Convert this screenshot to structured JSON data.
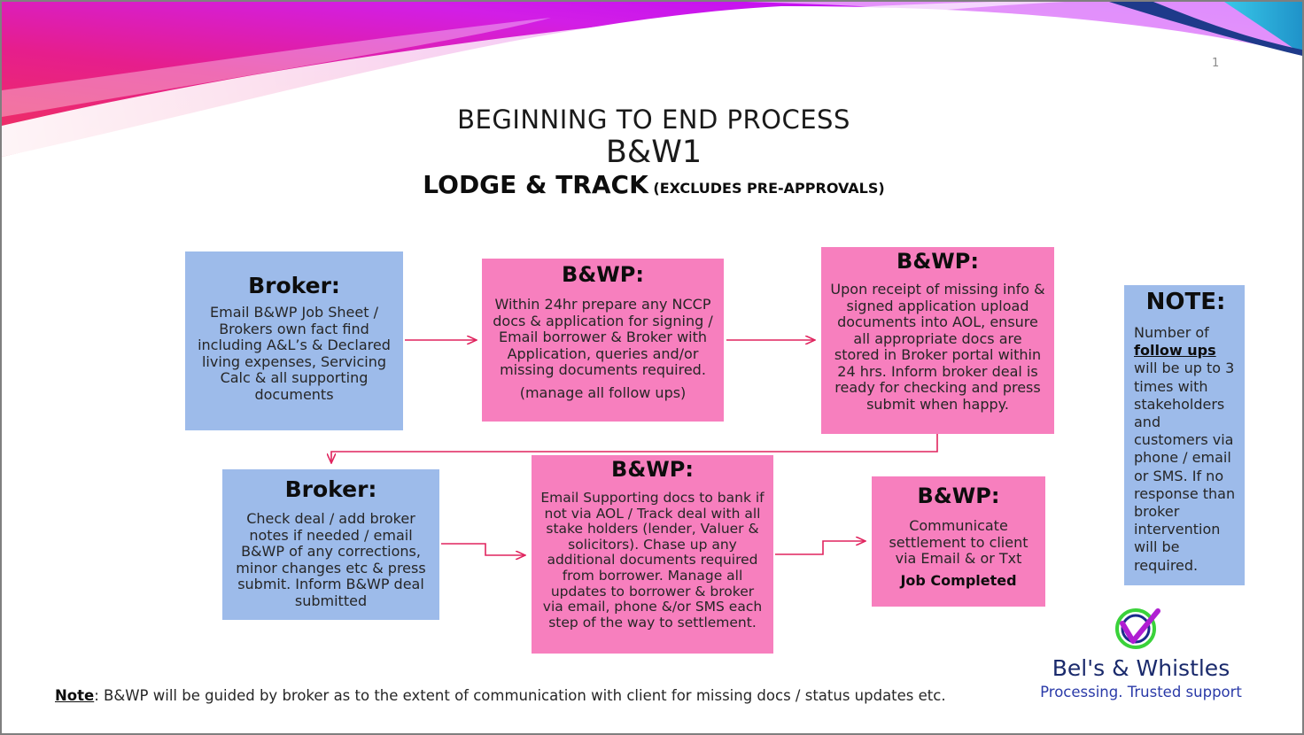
{
  "page_number": "1",
  "title": {
    "line1": "BEGINNING TO END PROCESS",
    "line2": "B&W1",
    "line3": "LODGE & TRACK",
    "line3_sub": "(EXCLUDES PRE-APPROVALS)"
  },
  "boxes": [
    {
      "heading": "Broker:",
      "body": "Email B&WP Job Sheet / Brokers own fact find including A&L’s & Declared living expenses, Servicing Calc & all supporting documents",
      "extra": ""
    },
    {
      "heading": "B&WP:",
      "body": "Within 24hr prepare any NCCP docs & application for signing  / Email borrower & Broker with Application, queries and/or missing documents required.",
      "extra": "(manage all follow ups)"
    },
    {
      "heading": "B&WP:",
      "body": "Upon receipt of missing info & signed application upload documents into AOL, ensure all appropriate docs are stored in Broker portal within 24 hrs.  Inform broker deal is ready for checking and press submit when happy.",
      "extra": ""
    },
    {
      "heading": "Broker:",
      "body": "Check deal / add broker notes if needed / email B&WP of any corrections, minor changes etc & press submit. Inform B&WP deal submitted",
      "extra": ""
    },
    {
      "heading": "B&WP:",
      "body": "Email Supporting docs to bank if not via AOL / Track deal with all stake holders (lender, Valuer &  solicitors). Chase up any additional documents required from  borrower. Manage all updates to borrower & broker via email, phone &/or SMS each step of the way to settlement.",
      "extra": ""
    },
    {
      "heading": "B&WP:",
      "body": "Communicate settlement to client via Email & or Txt",
      "extra": "Job Completed"
    }
  ],
  "note": {
    "heading": "NOTE:",
    "text_before": "Number of ",
    "emphasis": "follow ups ",
    "text_after": "will be up to 3 times with stakeholders and customers via phone / email or SMS. If no response than broker intervention will be required."
  },
  "footnote": {
    "label": "Note",
    "text": ": B&WP will be guided by broker as to the extent of communication with client for missing docs / status updates etc."
  },
  "brand": {
    "name": "Bel's & Whistles",
    "tagline": "Processing. Trusted support"
  },
  "colors": {
    "broker_box": "#9dbbea",
    "bwp_box": "#f77fbe",
    "arrow": "#e0245e",
    "brand_text": "#1a2a6c"
  }
}
